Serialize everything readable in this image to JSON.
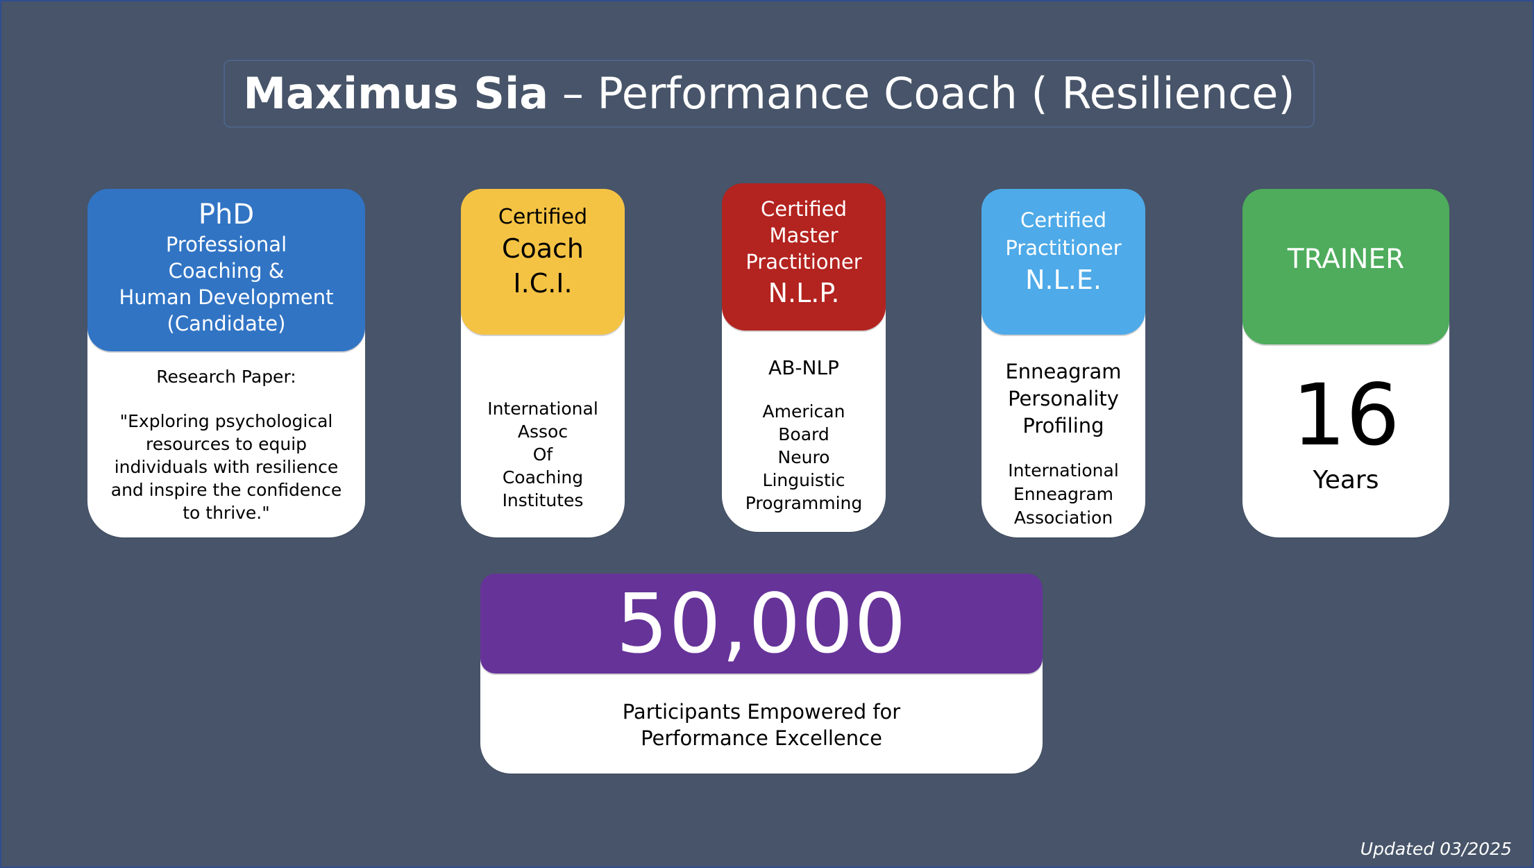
{
  "title": {
    "name": "Maximus Sia",
    "rest": " – Performance Coach ( Resilience)"
  },
  "cards": {
    "phd": {
      "top": [
        "PhD",
        "Professional",
        "Coaching &",
        "Human Development",
        "(Candidate)"
      ],
      "bottom_heading": "Research Paper:",
      "bottom_body": "\"Exploring psychological resources to equip individuals with resilience and inspire the confidence to thrive.\"",
      "color": "#3174c4"
    },
    "coach": {
      "top": [
        "Certified",
        "Coach",
        "I.C.I."
      ],
      "bottom": [
        "International",
        "Assoc",
        "Of",
        "Coaching",
        "Institutes"
      ],
      "color": "#f5c344"
    },
    "nlp": {
      "top": [
        "Certified",
        "Master",
        "Practitioner",
        "N.L.P."
      ],
      "bottom_heading": "AB-NLP",
      "bottom": [
        "American",
        "Board",
        "Neuro",
        "Linguistic",
        "Programming"
      ],
      "color": "#b3231f"
    },
    "nle": {
      "top": [
        "Certified",
        "Practitioner",
        "N.L.E."
      ],
      "bottom_heading": [
        "Enneagram",
        "Personality",
        "Profiling"
      ],
      "bottom": [
        "International",
        "Enneagram",
        "Association"
      ],
      "color": "#4eaae8"
    },
    "trainer": {
      "top": "TRAINER",
      "number": "16",
      "unit": "Years",
      "color": "#4eac5c"
    },
    "participants": {
      "number": "50,000",
      "caption": [
        "Participants Empowered for",
        "Performance Excellence"
      ],
      "color": "#663399"
    }
  },
  "footer": {
    "updated": "Updated 03/2025"
  },
  "colors": {
    "background": "#475469"
  }
}
